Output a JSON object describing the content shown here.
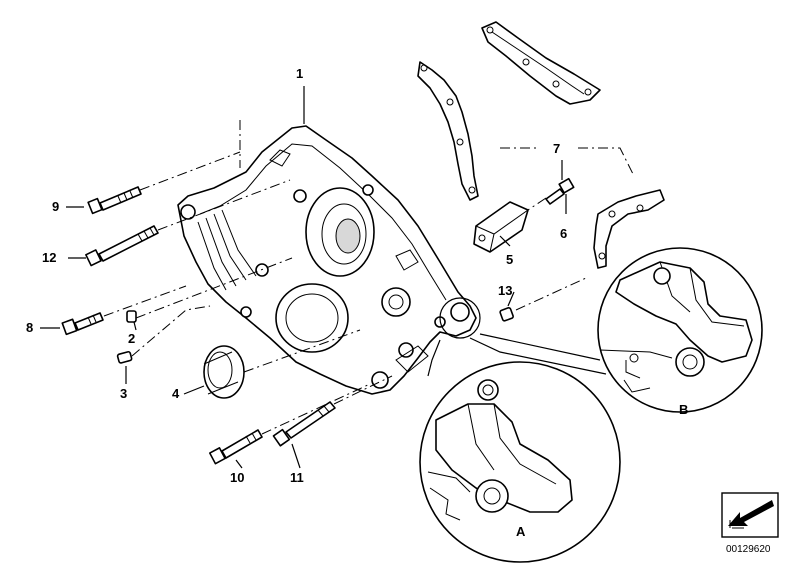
{
  "callouts": {
    "c1": "1",
    "c2": "2",
    "c3": "3",
    "c4": "4",
    "c5": "5",
    "c6": "6",
    "c7": "7",
    "c8": "8",
    "c9": "9",
    "c10": "10",
    "c11": "11",
    "c12": "12",
    "c13": "13"
  },
  "details": {
    "a": "A",
    "b": "B"
  },
  "catalog_number": "00129620",
  "icons": {
    "nav": "arrow-down-left-icon"
  }
}
